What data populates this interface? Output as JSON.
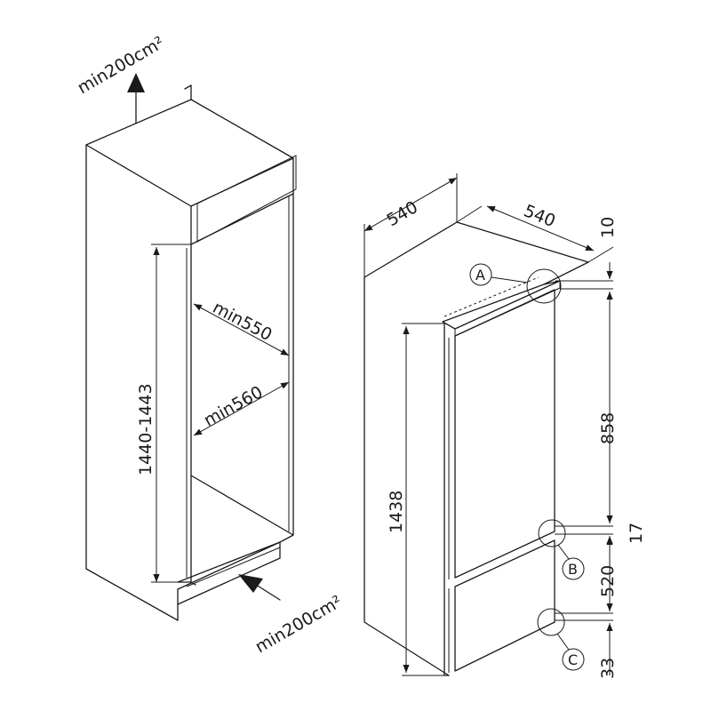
{
  "labels": {
    "vent_top": "min200cm²",
    "vent_bottom": "min200cm²",
    "niche_height": "1440-1443",
    "niche_depth": "min550",
    "niche_width": "min560",
    "width_front": "540",
    "depth_side": "540",
    "appliance_height": "1438",
    "dim_10": "10",
    "dim_858": "858",
    "dim_17": "17",
    "dim_520": "520",
    "dim_33": "33",
    "callout_a": "A",
    "callout_b": "B",
    "callout_c": "C"
  }
}
